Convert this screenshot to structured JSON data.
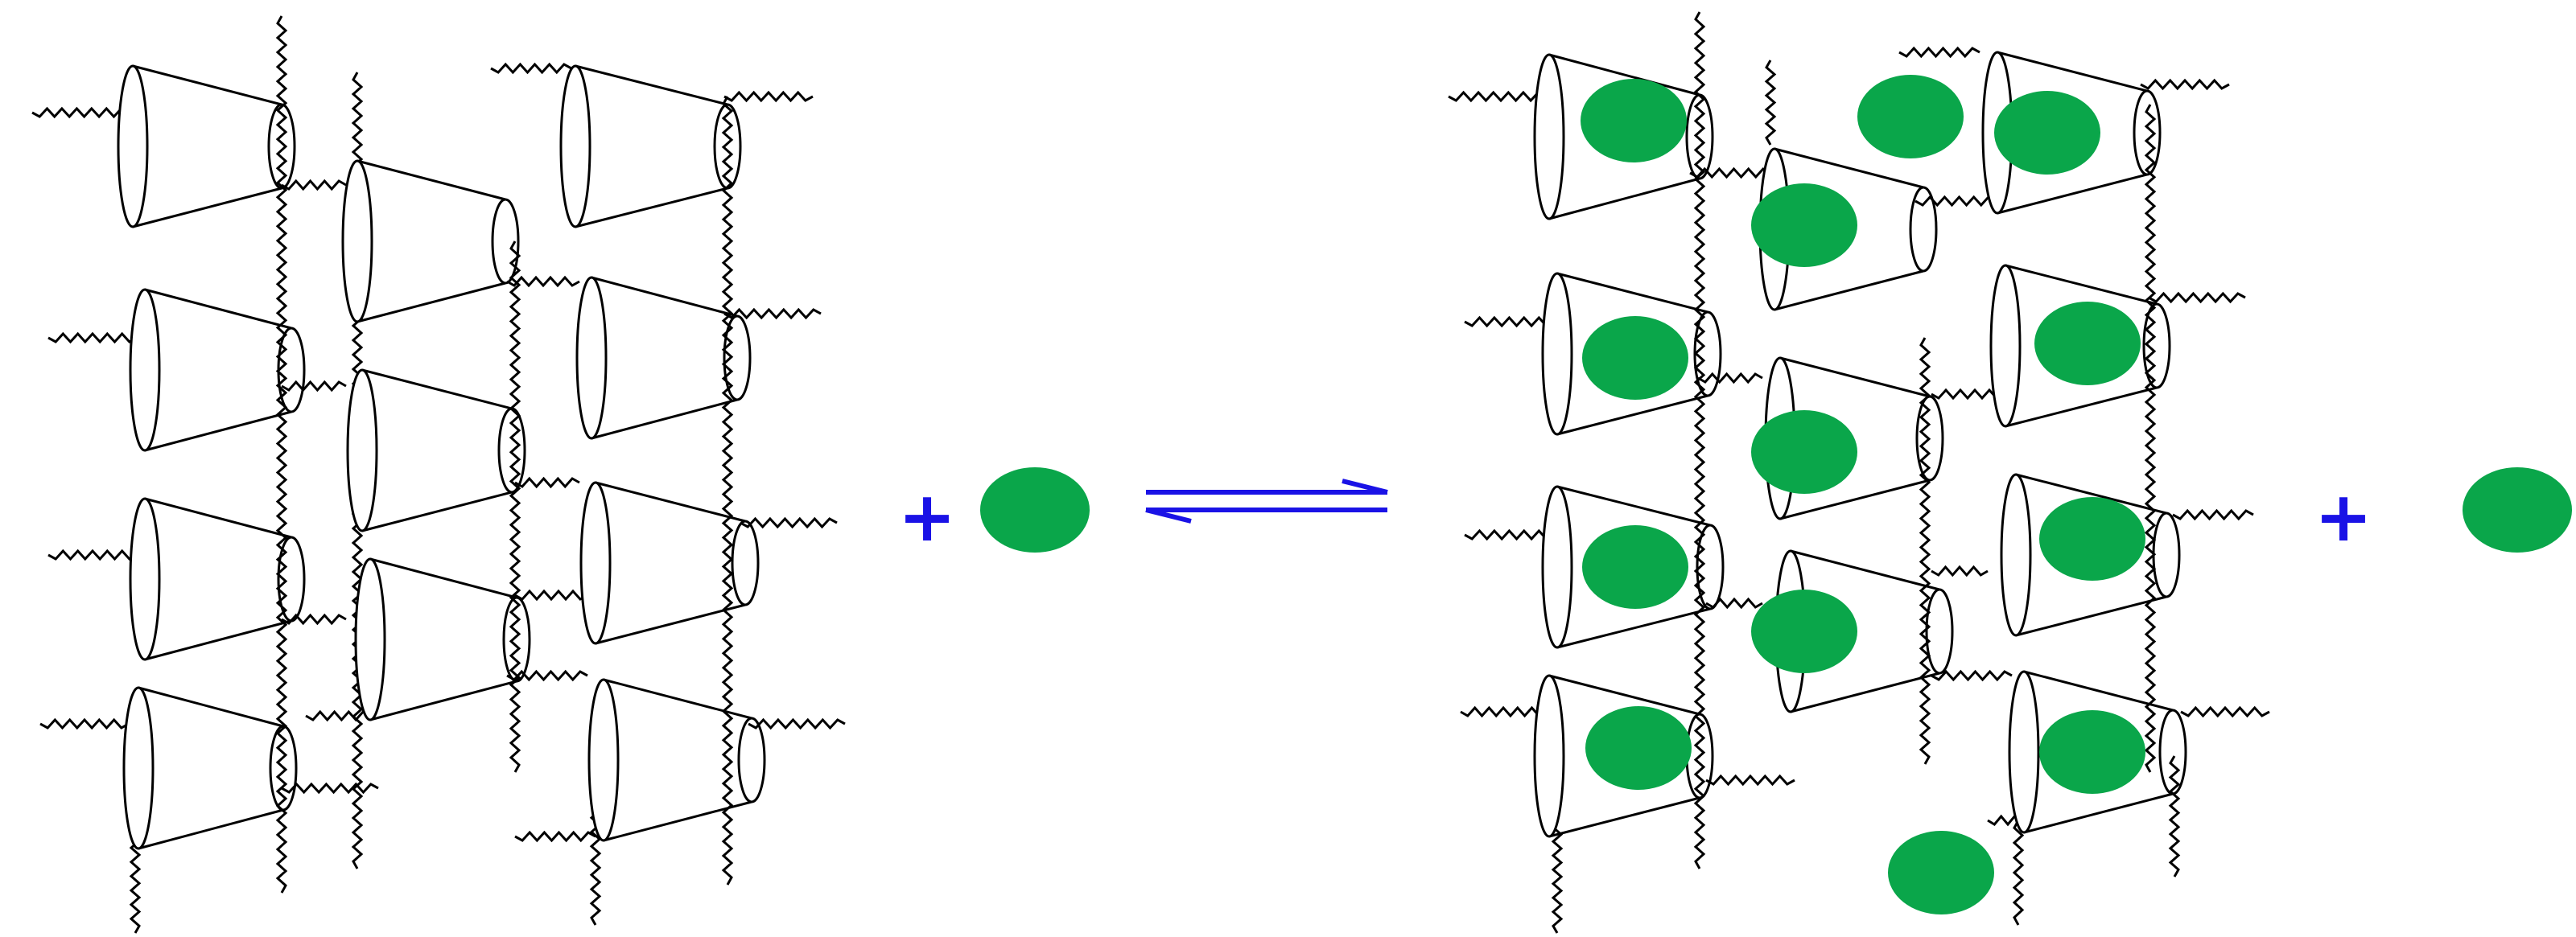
{
  "diagram": {
    "plus_left": "+",
    "plus_right": "+"
  },
  "colors": {
    "guest": "#0aa64a",
    "operator": "#1a12e6",
    "line": "#000000",
    "background": "#ffffff"
  },
  "left_network": {
    "guest_count": 0
  },
  "right_network": {
    "guest_count": 13,
    "free_guests": 2
  }
}
